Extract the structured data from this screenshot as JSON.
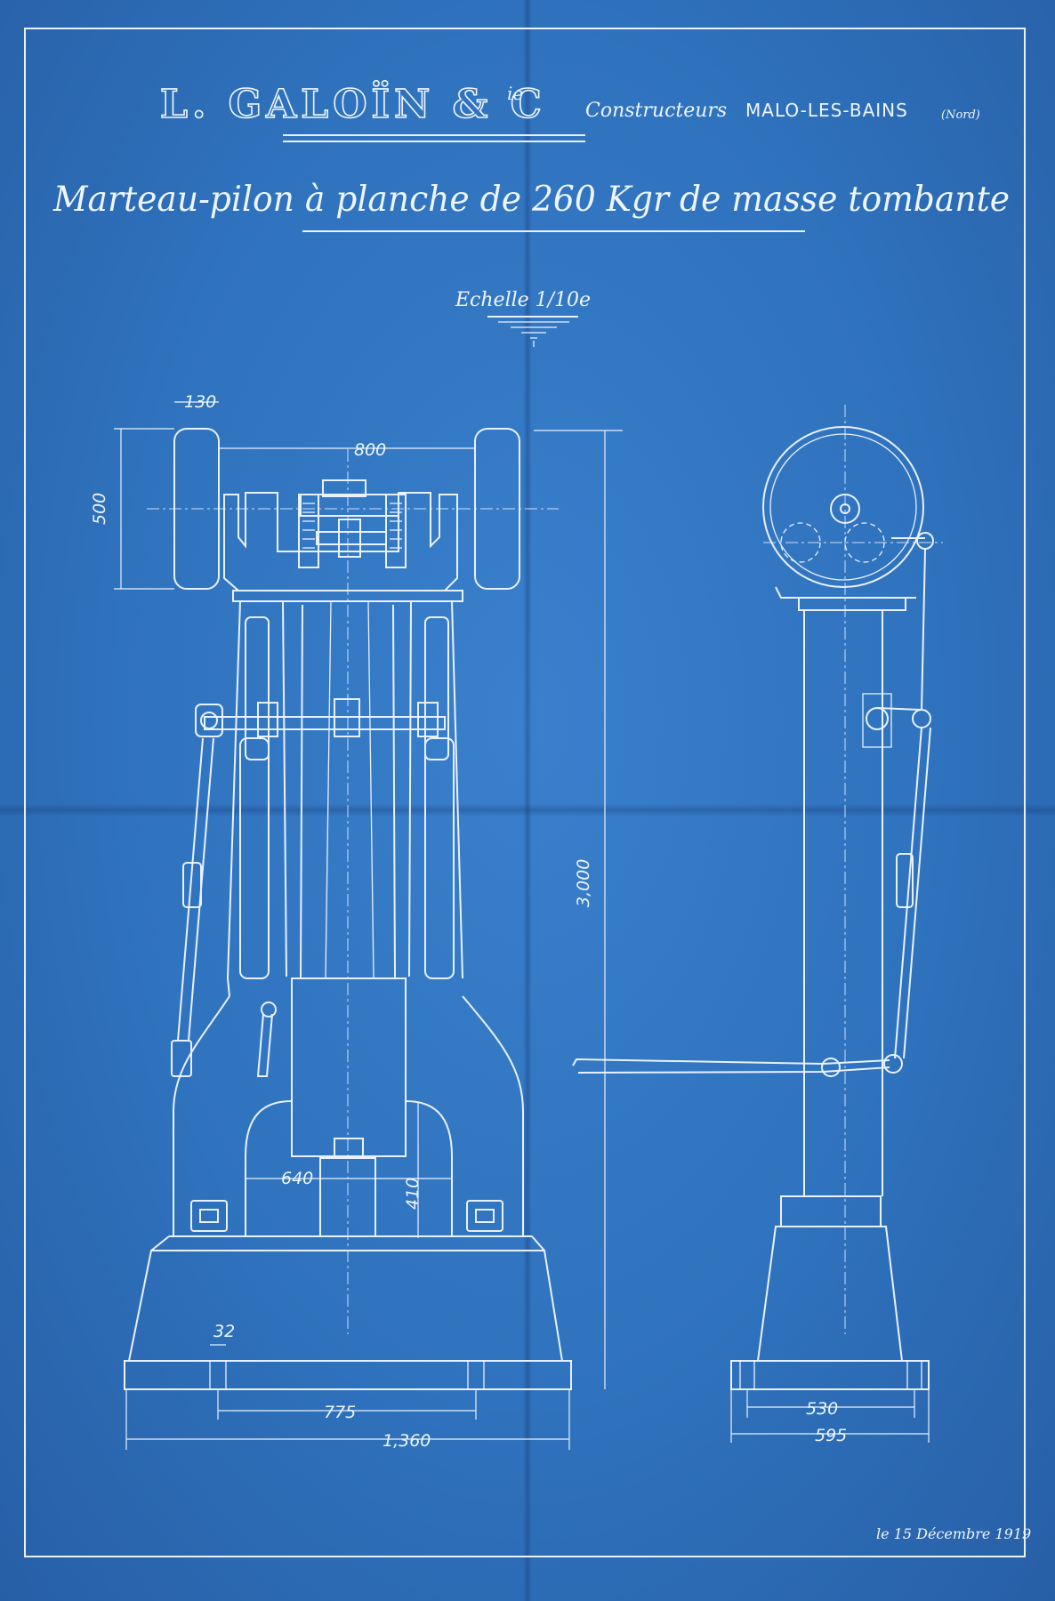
{
  "header": {
    "company": "L. GALOÏN & C",
    "company_sup": "ie",
    "constructors": "Constructeurs",
    "town": "MALO-LES-BAINS",
    "region": "(Nord)",
    "title": "Marteau-pilon à planche de 260 Kgr de masse tombante",
    "scale_label": "Echelle 1/10e"
  },
  "dimensions": {
    "d130": "130",
    "d800": "800",
    "d500": "500",
    "d3000": "3,000",
    "d640": "640",
    "d410": "410",
    "d32": "32",
    "d775": "775",
    "d1360": "1,360",
    "d530": "530",
    "d595": "595"
  },
  "footer": {
    "date": "le 15 Décembre 1919"
  },
  "colors": {
    "paper": "#2f72bd",
    "ink": "#e8f1ff"
  }
}
